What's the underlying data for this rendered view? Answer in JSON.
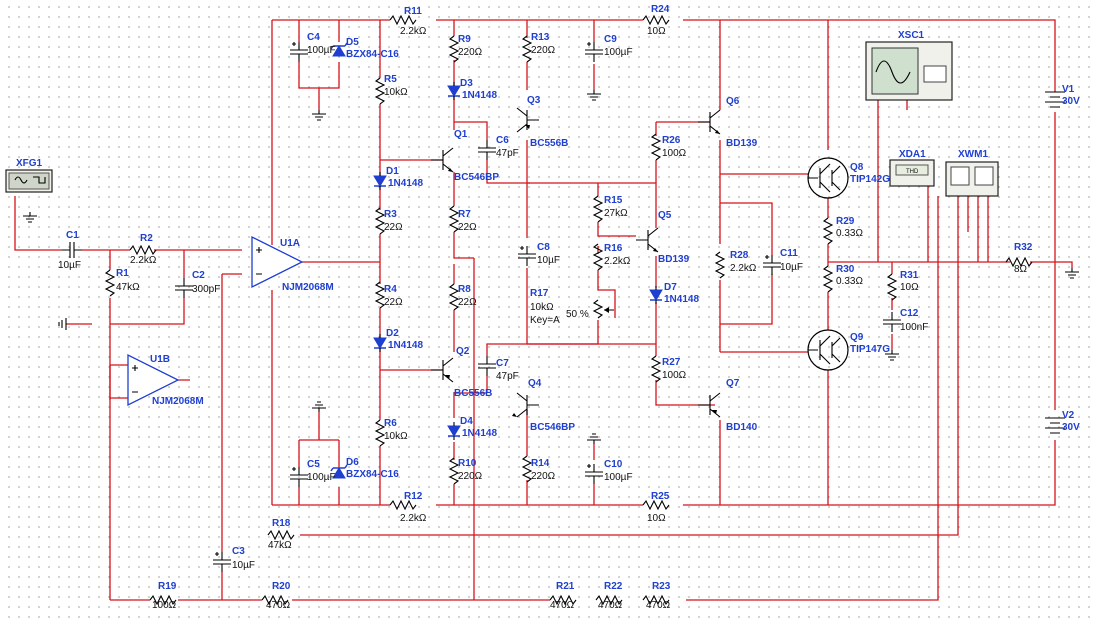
{
  "components": {
    "XFG1": {
      "ref": "XFG1"
    },
    "XSC1": {
      "ref": "XSC1"
    },
    "XDA1": {
      "ref": "XDA1",
      "display": "THD"
    },
    "XWM1": {
      "ref": "XWM1"
    },
    "C1": {
      "ref": "C1",
      "value": "10µF"
    },
    "C2": {
      "ref": "C2",
      "value": "300pF"
    },
    "C3": {
      "ref": "C3",
      "value": "10µF"
    },
    "C4": {
      "ref": "C4",
      "value": "100µF"
    },
    "C5": {
      "ref": "C5",
      "value": "100µF"
    },
    "C6": {
      "ref": "C6",
      "value": "47pF"
    },
    "C7": {
      "ref": "C7",
      "value": "47pF"
    },
    "C8": {
      "ref": "C8",
      "value": "10µF"
    },
    "C9": {
      "ref": "C9",
      "value": "100µF"
    },
    "C10": {
      "ref": "C10",
      "value": "100µF"
    },
    "C11": {
      "ref": "C11",
      "value": "10µF"
    },
    "C12": {
      "ref": "C12",
      "value": "100nF"
    },
    "R1": {
      "ref": "R1",
      "value": "47kΩ"
    },
    "R2": {
      "ref": "R2",
      "value": "2.2kΩ"
    },
    "R3": {
      "ref": "R3",
      "value": "22Ω"
    },
    "R4": {
      "ref": "R4",
      "value": "22Ω"
    },
    "R5": {
      "ref": "R5",
      "value": "10kΩ"
    },
    "R6": {
      "ref": "R6",
      "value": "10kΩ"
    },
    "R7": {
      "ref": "R7",
      "value": "22Ω"
    },
    "R8": {
      "ref": "R8",
      "value": "22Ω"
    },
    "R9": {
      "ref": "R9",
      "value": "220Ω"
    },
    "R10": {
      "ref": "R10",
      "value": "220Ω"
    },
    "R11": {
      "ref": "R11",
      "value": "2.2kΩ"
    },
    "R12": {
      "ref": "R12",
      "value": "2.2kΩ"
    },
    "R13": {
      "ref": "R13",
      "value": "220Ω"
    },
    "R14": {
      "ref": "R14",
      "value": "220Ω"
    },
    "R15": {
      "ref": "R15",
      "value": "27kΩ"
    },
    "R16": {
      "ref": "R16",
      "value": "2.2kΩ"
    },
    "R17": {
      "ref": "R17",
      "value": "10kΩ",
      "key": "Key=A",
      "percent": "50 %"
    },
    "R18": {
      "ref": "R18",
      "value": "47kΩ"
    },
    "R19": {
      "ref": "R19",
      "value": "100Ω"
    },
    "R20": {
      "ref": "R20",
      "value": "470Ω"
    },
    "R21": {
      "ref": "R21",
      "value": "470Ω"
    },
    "R22": {
      "ref": "R22",
      "value": "470Ω"
    },
    "R23": {
      "ref": "R23",
      "value": "470Ω"
    },
    "R24": {
      "ref": "R24",
      "value": "10Ω"
    },
    "R25": {
      "ref": "R25",
      "value": "10Ω"
    },
    "R26": {
      "ref": "R26",
      "value": "100Ω"
    },
    "R27": {
      "ref": "R27",
      "value": "100Ω"
    },
    "R28": {
      "ref": "R28",
      "value": "2.2kΩ"
    },
    "R29": {
      "ref": "R29",
      "value": "0.33Ω"
    },
    "R30": {
      "ref": "R30",
      "value": "0.33Ω"
    },
    "R31": {
      "ref": "R31",
      "value": "10Ω"
    },
    "R32": {
      "ref": "R32",
      "value": "8Ω"
    },
    "D1": {
      "ref": "D1",
      "value": "1N4148"
    },
    "D2": {
      "ref": "D2",
      "value": "1N4148"
    },
    "D3": {
      "ref": "D3",
      "value": "1N4148"
    },
    "D4": {
      "ref": "D4",
      "value": "1N4148"
    },
    "D5": {
      "ref": "D5",
      "value": "BZX84-C16"
    },
    "D6": {
      "ref": "D6",
      "value": "BZX84-C16"
    },
    "D7": {
      "ref": "D7",
      "value": "1N4148"
    },
    "Q1": {
      "ref": "Q1",
      "value": "BC546BP"
    },
    "Q2": {
      "ref": "Q2",
      "value": "BC556B"
    },
    "Q3": {
      "ref": "Q3",
      "value": "BC556B"
    },
    "Q4": {
      "ref": "Q4",
      "value": "BC546BP"
    },
    "Q5": {
      "ref": "Q5",
      "value": "BD139"
    },
    "Q6": {
      "ref": "Q6",
      "value": "BD139"
    },
    "Q7": {
      "ref": "Q7",
      "value": "BD140"
    },
    "Q8": {
      "ref": "Q8",
      "value": "TIP142G"
    },
    "Q9": {
      "ref": "Q9",
      "value": "TIP147G"
    },
    "U1A": {
      "ref": "U1A",
      "value": "NJM2068M"
    },
    "U1B": {
      "ref": "U1B",
      "value": "NJM2068M"
    },
    "V1": {
      "ref": "V1",
      "value": "30V"
    },
    "V2": {
      "ref": "V2",
      "value": "30V"
    }
  },
  "colors": {
    "wire": "#d4141c",
    "reference": "#1f3fd0",
    "value_text": "#111111",
    "grid_dot": "#9a9a9a"
  }
}
